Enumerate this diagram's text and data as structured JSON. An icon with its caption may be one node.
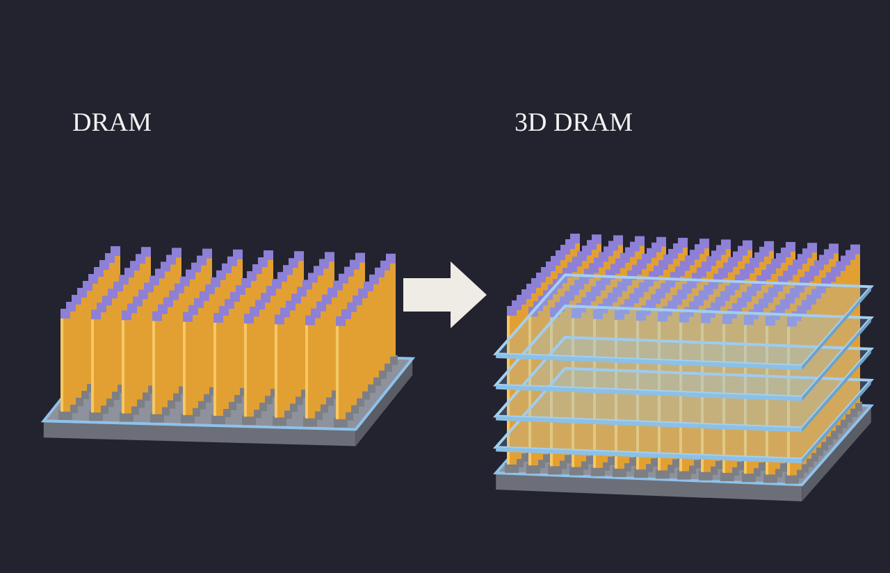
{
  "diagram": {
    "nodes": [
      {
        "text": [
          "DRAM"
        ]
      },
      {
        "text": [
          "3D DRAM"
        ]
      }
    ],
    "edges": [
      {
        "from": 0,
        "to": 1,
        "arrow": "to"
      }
    ]
  }
}
